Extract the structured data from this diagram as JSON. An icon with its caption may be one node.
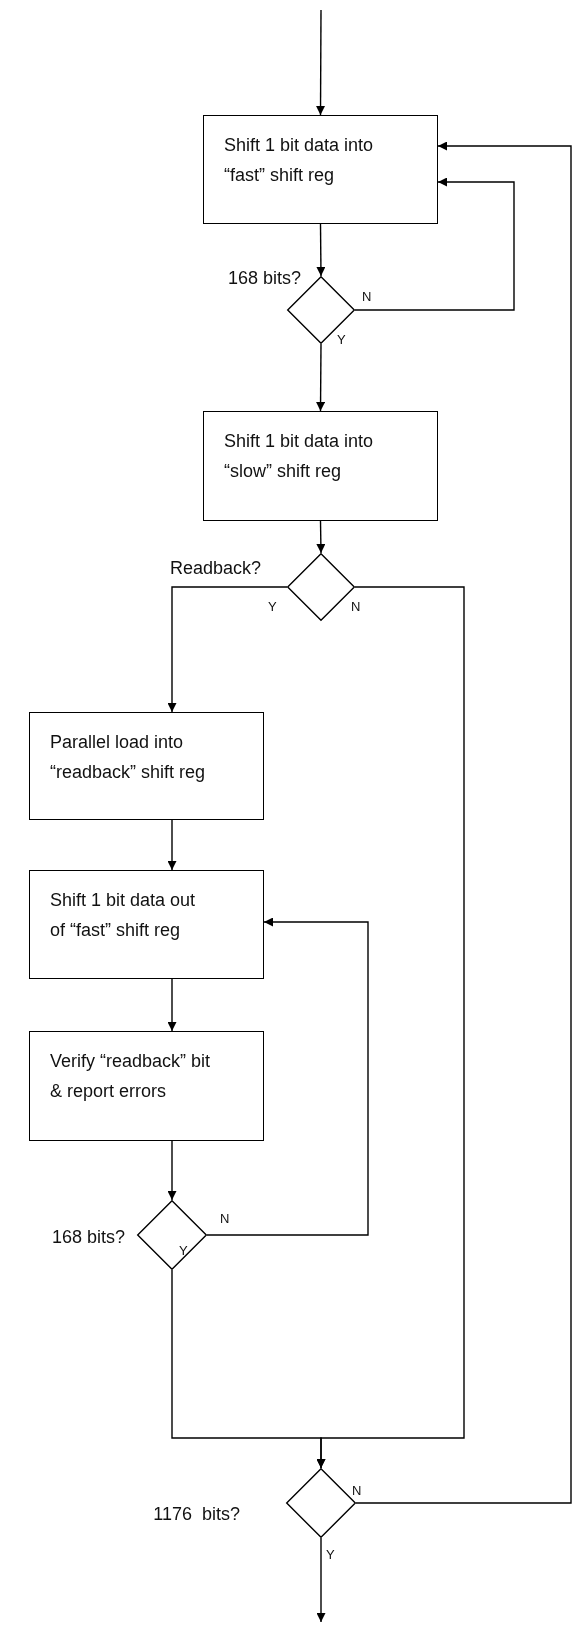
{
  "diagram": {
    "nodes": [
      {
        "text": [
          "Shift 1 bit data into “fast” shift reg"
        ]
      },
      {
        "text": [
          "168 bits?"
        ]
      },
      {
        "text": [
          "Shift 1 bit data into “slow” shift reg"
        ]
      },
      {
        "text": [
          "Readback?"
        ]
      },
      {
        "text": [
          "Parallel load into “readback” shift reg"
        ]
      },
      {
        "text": [
          "Shift 1 bit data out of “fast” shift reg"
        ]
      },
      {
        "text": [
          "Verify “readback” bit & report errors"
        ]
      },
      {
        "text": [
          "168 bits?"
        ]
      },
      {
        "text": [
          "1176  bits?"
        ]
      }
    ],
    "edges": [
      {
        "from": null,
        "to": 0,
        "arrow": "to"
      },
      {
        "from": 0,
        "to": 1,
        "arrow": "to"
      },
      {
        "from": 1,
        "to": 0,
        "arrow": "to",
        "label": "N"
      },
      {
        "from": 1,
        "to": 2,
        "arrow": "to",
        "label": "Y"
      },
      {
        "from": 2,
        "to": 3,
        "arrow": "to"
      },
      {
        "from": 3,
        "to": 4,
        "arrow": "to",
        "label": "Y"
      },
      {
        "from": 3,
        "to": 8,
        "arrow": "to",
        "label": "N"
      },
      {
        "from": 4,
        "to": 5,
        "arrow": "to"
      },
      {
        "from": 5,
        "to": 6,
        "arrow": "to"
      },
      {
        "from": 6,
        "to": 7,
        "arrow": "to"
      },
      {
        "from": 7,
        "to": 5,
        "arrow": "to",
        "label": "N"
      },
      {
        "from": 7,
        "to": 8,
        "arrow": "to",
        "label": "Y"
      },
      {
        "from": 8,
        "to": 0,
        "arrow": "to",
        "label": "N"
      },
      {
        "from": 8,
        "to": null,
        "arrow": "to",
        "label": "Y"
      }
    ]
  }
}
